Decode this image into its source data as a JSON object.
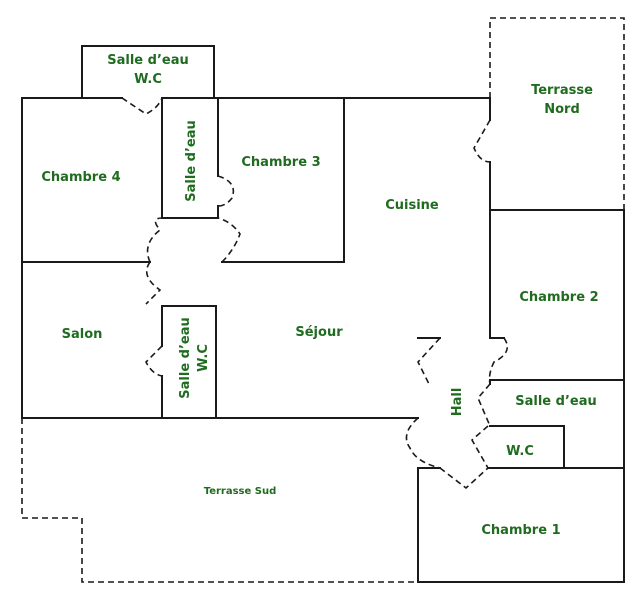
{
  "plan": {
    "label_color": "#1f6b1f",
    "line_color": "#1a1a1a",
    "rooms": {
      "salle_eau_top_l1": "Salle d’eau",
      "salle_eau_top_l2": "W.C",
      "terrasse_nord_l1": "Terrasse",
      "terrasse_nord_l2": "Nord",
      "chambre_4": "Chambre 4",
      "salle_eau_vertical": "Salle d’eau",
      "chambre_3": "Chambre 3",
      "cuisine": "Cuisine",
      "chambre_2": "Chambre 2",
      "salon": "Salon",
      "sejour": "Séjour",
      "salle_eau_wc_v_l1": "Salle d’eau",
      "salle_eau_wc_v_l2": "W.C",
      "hall": "Hall",
      "salle_eau_right": "Salle d’eau",
      "wc_right": "W.C",
      "terrasse_sud": "Terrasse Sud",
      "chambre_1": "Chambre 1"
    }
  }
}
